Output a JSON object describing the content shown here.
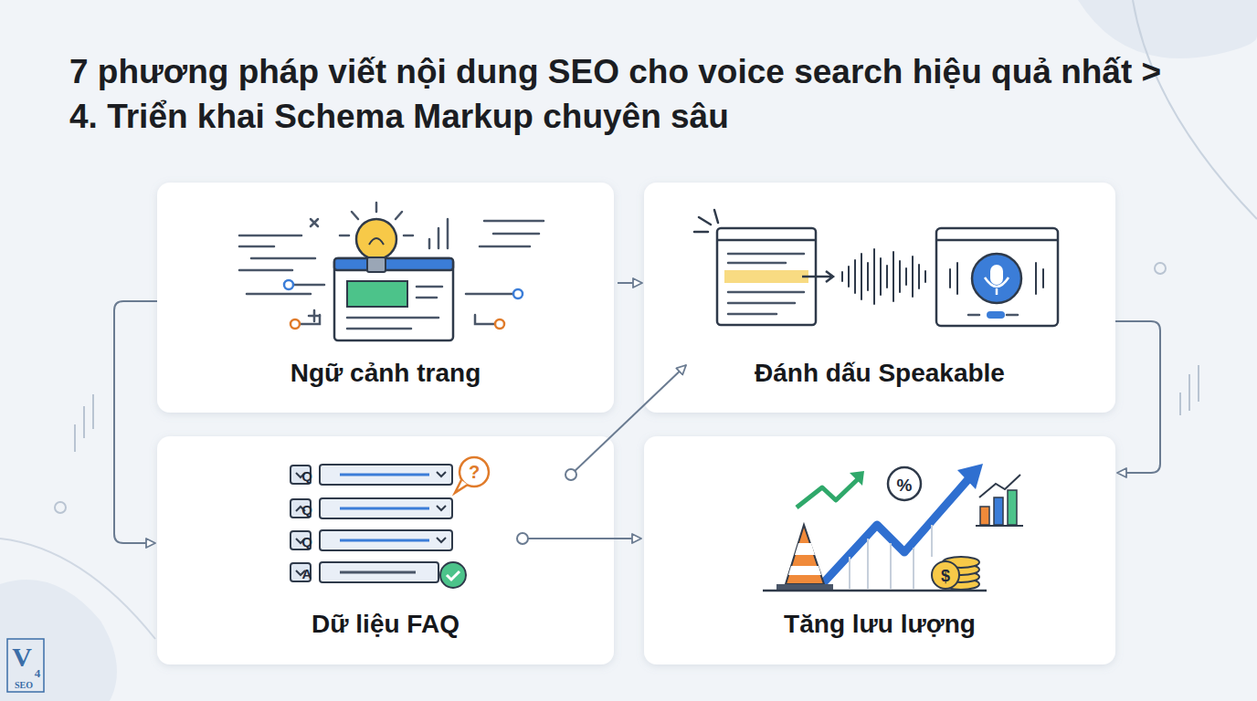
{
  "diagram": {
    "title": "7 phương pháp viết nội dung SEO cho voice search hiệu quả nhất > 4. Triển khai Schema Markup chuyên sâu",
    "nodes": [
      {
        "text": [
          "Ngữ cảnh trang"
        ]
      },
      {
        "text": [
          "Đánh dấu Speakable"
        ]
      },
      {
        "text": [
          "Dữ liệu FAQ"
        ]
      },
      {
        "text": [
          "Tăng lưu lượng"
        ]
      }
    ],
    "edges": [
      {
        "from": 0,
        "to": 1,
        "arrow": "to"
      },
      {
        "from": 0,
        "to": 2,
        "arrow": "to"
      },
      {
        "from": 2,
        "to": 1,
        "arrow": "to"
      },
      {
        "from": 2,
        "to": 3,
        "arrow": "to"
      },
      {
        "from": 1,
        "to": 3,
        "arrow": "to"
      }
    ],
    "labels": [
      "Q",
      "Q",
      "Q",
      "A",
      "?",
      "%",
      "$",
      "V",
      "4",
      "SEO"
    ]
  }
}
